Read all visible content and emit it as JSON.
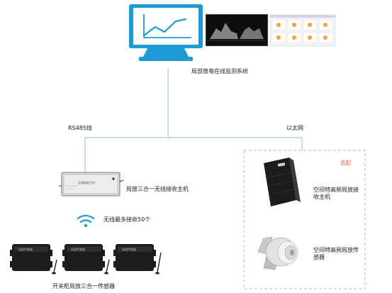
{
  "system": {
    "label": "局部放电在线监测系统"
  },
  "links": {
    "rs485_label": "RS485线",
    "ethernet_label": "以太网"
  },
  "wireless_host": {
    "label": "局放三合一无线接收主机",
    "device_text": "无线接收主机"
  },
  "wireless_signal": {
    "label": "无线最多接收50个"
  },
  "sensors": {
    "label": "开关柜局放三合一传感器",
    "items": [
      {
        "tag": "局放传感器"
      },
      {
        "tag": "局放传感器"
      },
      {
        "tag": "局放传感器"
      }
    ]
  },
  "optional_group": {
    "tag": "选配",
    "host_label": "空间特高频局放接收主机",
    "sensor_label": "空间特高频局放传感器"
  },
  "colors": {
    "accent_blue": "#1E9BD7",
    "line_blue": "#5BB0DB",
    "optional_tag": "#E8643B",
    "device_dark": "#1c1c1c"
  }
}
